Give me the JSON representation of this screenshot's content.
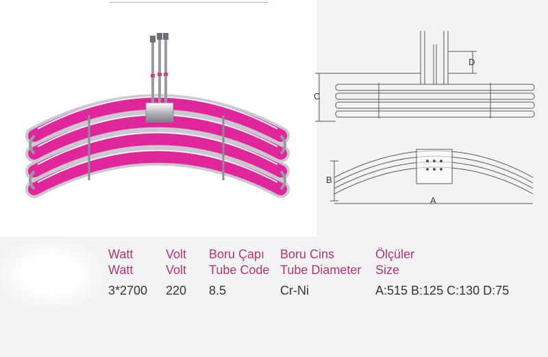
{
  "figure": {
    "labels": {
      "A": "A",
      "B": "B",
      "C": "C",
      "D": "D"
    },
    "colors": {
      "accent": "#b2346f",
      "heater": "#e0269a",
      "line": "#555555"
    }
  },
  "specs": {
    "columns": [
      {
        "header_tr": "Watt",
        "header_en": "Watt",
        "value": "3*2700"
      },
      {
        "header_tr": "Volt",
        "header_en": "Volt",
        "value": "220"
      },
      {
        "header_tr": "Boru Çapı",
        "header_en": "Tube Code",
        "value": "8.5"
      },
      {
        "header_tr": "Boru Cins",
        "header_en": "Tube Diameter",
        "value": "Cr-Ni"
      },
      {
        "header_tr": "Ölçüler",
        "header_en": "Size",
        "value": "A:515 B:125 C:130 D:75"
      }
    ]
  }
}
